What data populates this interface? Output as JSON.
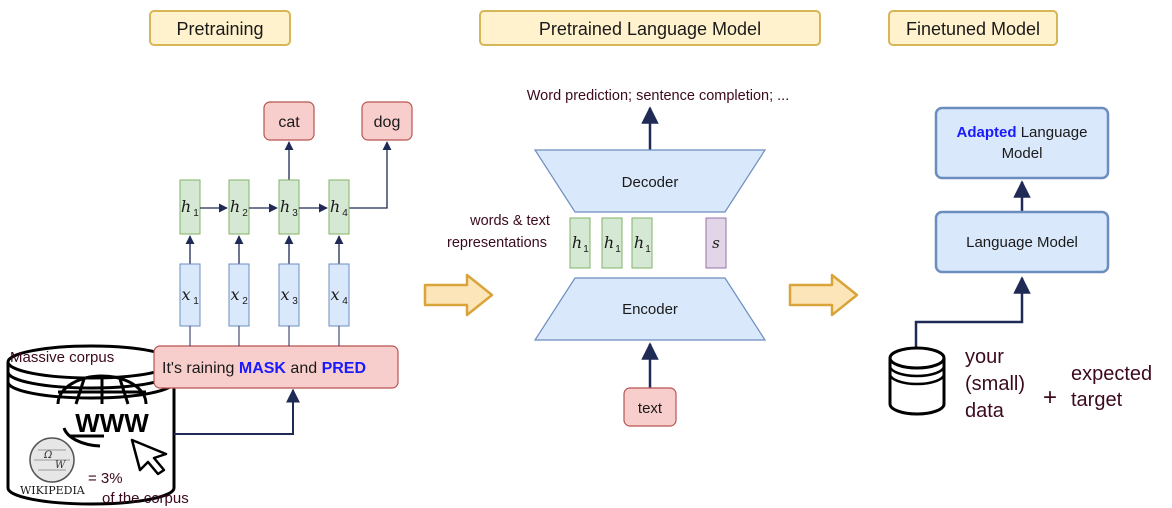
{
  "sections": {
    "pretraining": "Pretraining",
    "pretrained_model": "Pretrained Language Model",
    "finetuned_model": "Finetuned Model"
  },
  "pretraining": {
    "outputs": [
      "cat",
      "dog"
    ],
    "hidden_states": [
      "h",
      "h",
      "h",
      "h"
    ],
    "hidden_subscripts": [
      "1",
      "2",
      "3",
      "4"
    ],
    "inputs": [
      "x",
      "x",
      "x",
      "x"
    ],
    "input_subscripts": [
      "1",
      "2",
      "3",
      "4"
    ],
    "sentence_prefix": "It's raining ",
    "mask_token": "MASK",
    "sentence_mid": " and ",
    "pred_token": "PRED",
    "corpus_label": "Massive corpus",
    "www_label": "WWW",
    "wiki_share": "= 3%",
    "wiki_share_suffix": "of the corpus",
    "wikipedia_label": "WIKIPEDIA"
  },
  "pretrained": {
    "output_label": "Word prediction; sentence completion; ...",
    "decoder_label": "Decoder",
    "encoder_label": "Encoder",
    "input_label": "text",
    "repr_label_line1": "words & text",
    "repr_label_line2": "representations",
    "repr_tokens": [
      "h",
      "h",
      "h"
    ],
    "repr_subscripts": [
      "1",
      "1",
      "1"
    ],
    "summary_token": "s"
  },
  "finetuned": {
    "adapted_word": "Adapted",
    "adapted_rest_line1": " Language",
    "adapted_line2": "Model",
    "lm_label": "Language Model",
    "data_line1": "your",
    "data_line2": "(small)",
    "data_line3": "data",
    "plus": "+",
    "target_line1": "expected",
    "target_line2": "target"
  },
  "colors": {
    "header_fill": "#fff2cc",
    "header_stroke": "#d6b656",
    "red_fill": "#f8cecc",
    "red_stroke": "#b85450",
    "green_fill": "#d5e8d4",
    "green_stroke": "#82b366",
    "blue_fill": "#dae8fc",
    "blue_stroke": "#6c8ebf",
    "purple_fill": "#e1d5e7",
    "purple_stroke": "#9673a6",
    "arrow_navy": "#1f2a55",
    "accent_blue": "#0000ff",
    "text_dark": "#3b0a1e"
  }
}
